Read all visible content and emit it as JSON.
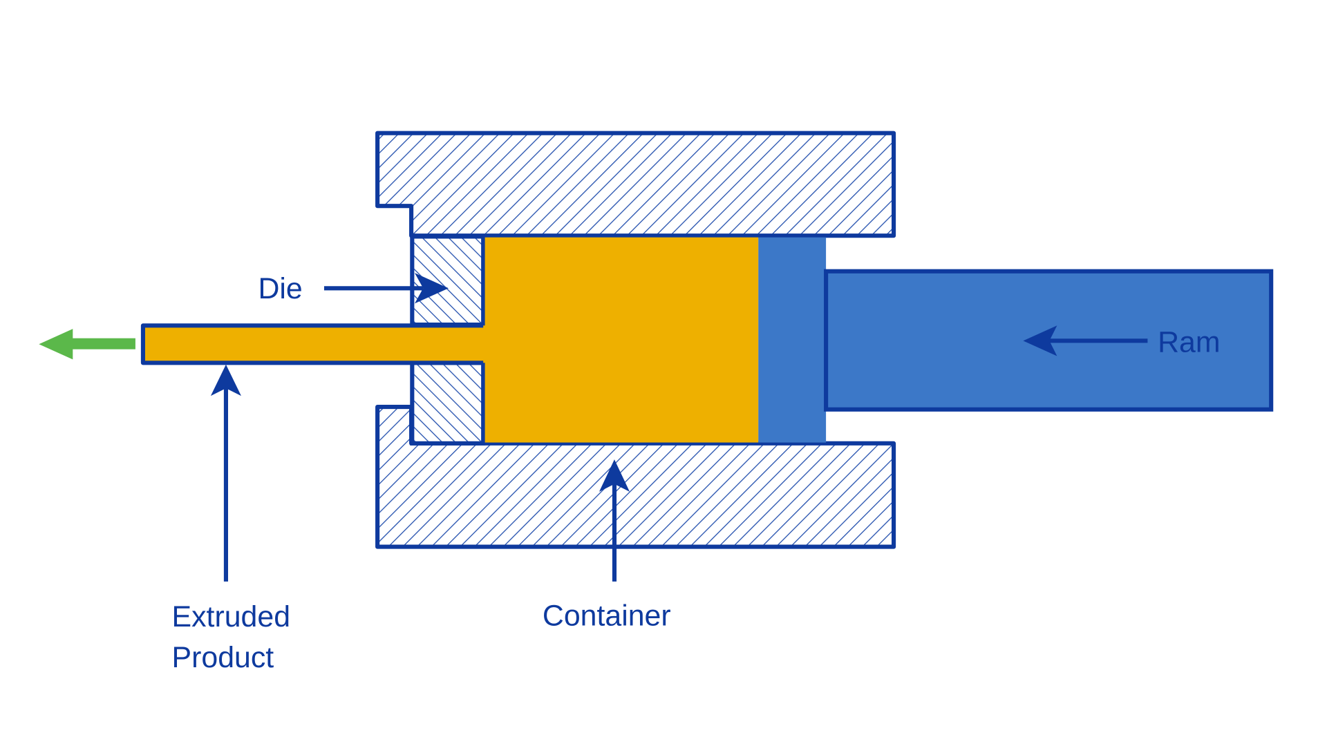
{
  "title": "Extrusion process diagram",
  "labels": {
    "die": "Die",
    "ram": "Ram",
    "extruded_line1": "Extruded",
    "extruded_line2": "Product",
    "container": "Container"
  },
  "colors": {
    "outline": "#0e3a9e",
    "billet": "#eeb000",
    "ram": "#3c78c8",
    "hatch": "#2a55b0",
    "exit_arrow": "#5bb84a",
    "background": "#ffffff"
  }
}
